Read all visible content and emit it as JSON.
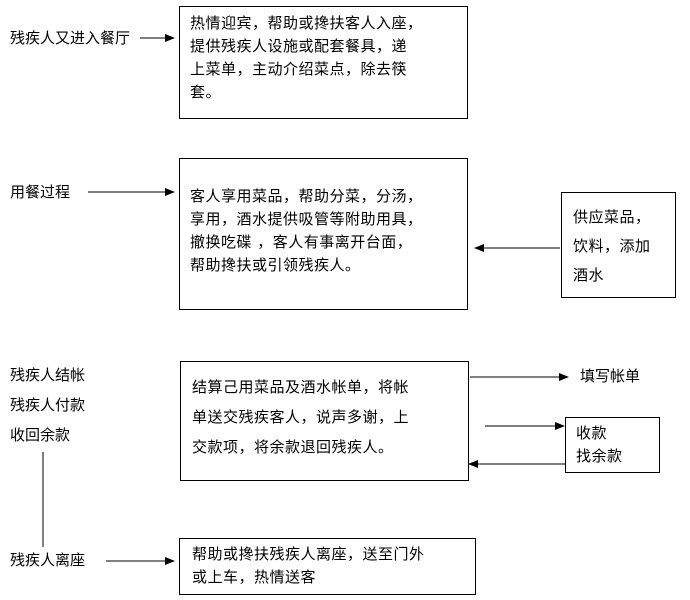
{
  "steps": {
    "enter": {
      "label": "残疾人又进入餐厅",
      "text": "热情迎宾，帮助或搀扶客人入座，\n提供残疾人设施或配套餐具，递\n上菜单，主动介绍菜点，除去筷\n套。"
    },
    "dining": {
      "label": "用餐过程",
      "text": "客人享用菜品，帮助分菜，分汤，\n享用，酒水提供吸管等附助用具，\n撤换吃碟 ，客人有事离开台面，\n帮助搀扶或引领残疾人。"
    },
    "supply": {
      "text": "供应菜品，\n饮料，添加\n酒水"
    },
    "payment": {
      "label_1": "残疾人结帐",
      "label_2": "残疾人付款",
      "label_3": "收回余款",
      "text": "结算己用菜品及酒水帐单，将帐\n单送交残疾客人，说声多谢，上\n交款项，将余款退回残疾人。"
    },
    "fill_bill": {
      "text": "填写帐单"
    },
    "cashier": {
      "text": "收款\n找余款"
    },
    "leave": {
      "label": "残疾人离座",
      "text": "帮助或搀扶残疾人离座，送至门外\n或上车，热情送客"
    }
  },
  "colors": {
    "line": "#000000",
    "background": "#ffffff"
  }
}
